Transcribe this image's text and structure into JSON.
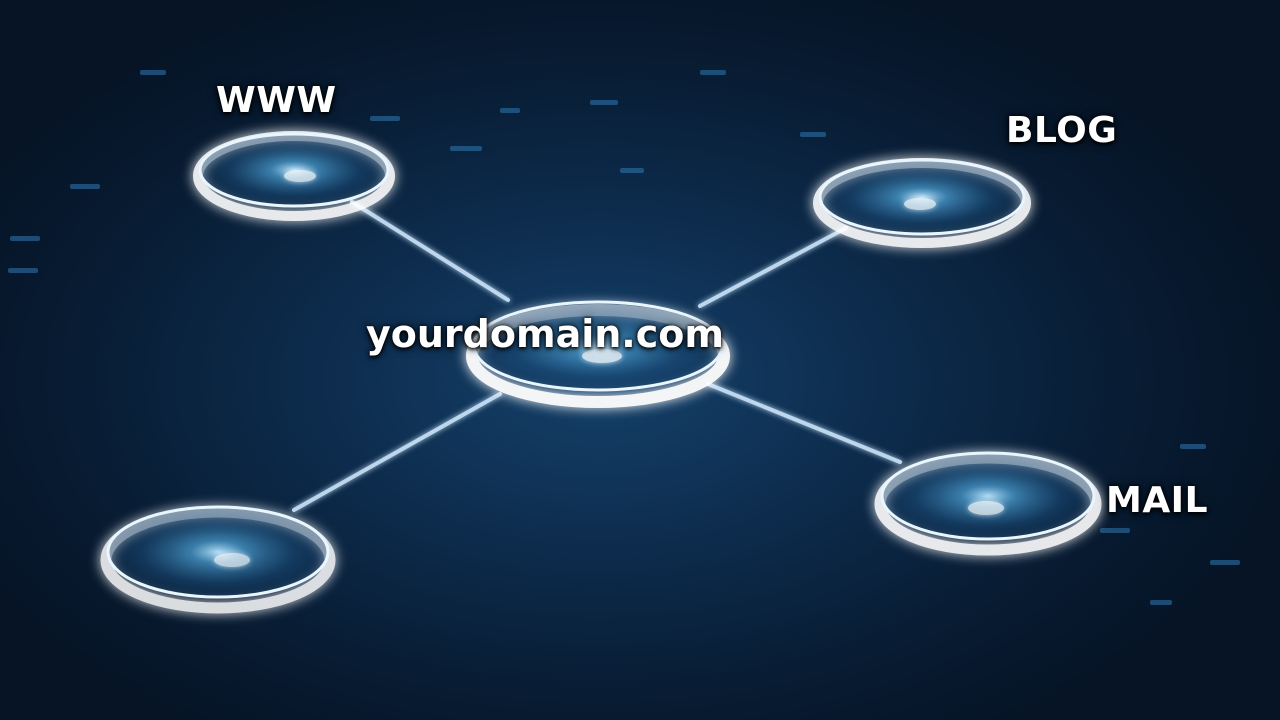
{
  "nodes": {
    "www": "WWW",
    "blog": "BLOG",
    "center": "yourdomain.com",
    "mail": "MAIL",
    "unlabeled": ""
  },
  "colors": {
    "background": "#081c33",
    "line": "#cfe9ff",
    "glow": "#8fd0ff",
    "text": "#ffffff"
  }
}
